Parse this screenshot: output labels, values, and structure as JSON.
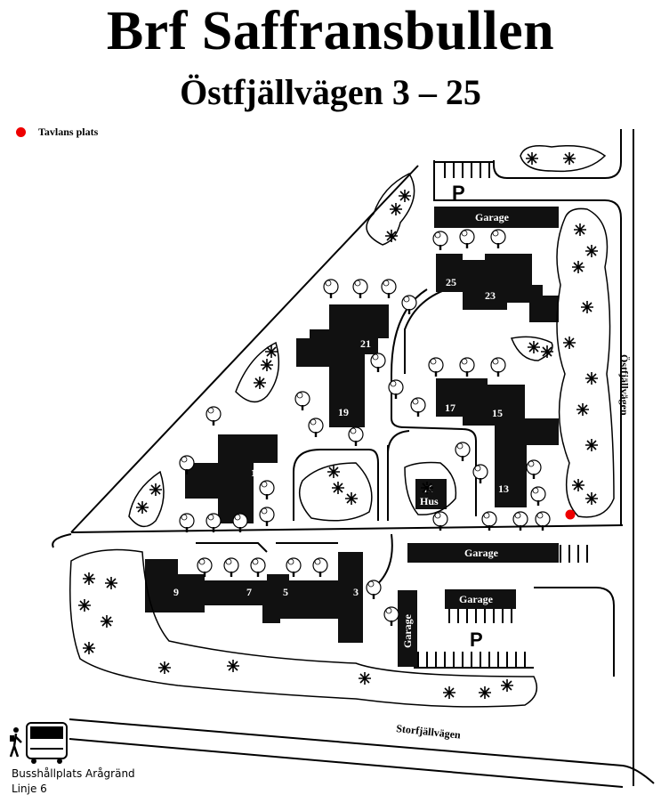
{
  "title": "Brf Saffransbullen",
  "subtitle": "Östfjällvägen 3 – 25",
  "legend": {
    "label": "Tavlans plats",
    "color": "#ee0000"
  },
  "buildings": [
    {
      "id": "b25",
      "label": "25"
    },
    {
      "id": "b23",
      "label": "23"
    },
    {
      "id": "b21",
      "label": "21"
    },
    {
      "id": "b19",
      "label": "19"
    },
    {
      "id": "b17",
      "label": "17"
    },
    {
      "id": "b15",
      "label": "15"
    },
    {
      "id": "b13",
      "label": "13"
    },
    {
      "id": "b11",
      "label": "11"
    },
    {
      "id": "b9",
      "label": "9"
    },
    {
      "id": "b7",
      "label": "7"
    },
    {
      "id": "b5",
      "label": "5"
    },
    {
      "id": "b3",
      "label": "3"
    }
  ],
  "k_hus": [
    "K",
    "Hus"
  ],
  "garages": {
    "top": "Garage",
    "middle": "Garage",
    "lower": "Garage",
    "vertical": "Garage"
  },
  "parking": {
    "top": "P",
    "bottom": "P"
  },
  "roads": {
    "east": "Östfjällvägen",
    "south": "Storfjällvägen"
  },
  "bus": {
    "stop": "Busshållplats Arågränd",
    "line": "Linje 6",
    "icon": "bus-icon"
  }
}
